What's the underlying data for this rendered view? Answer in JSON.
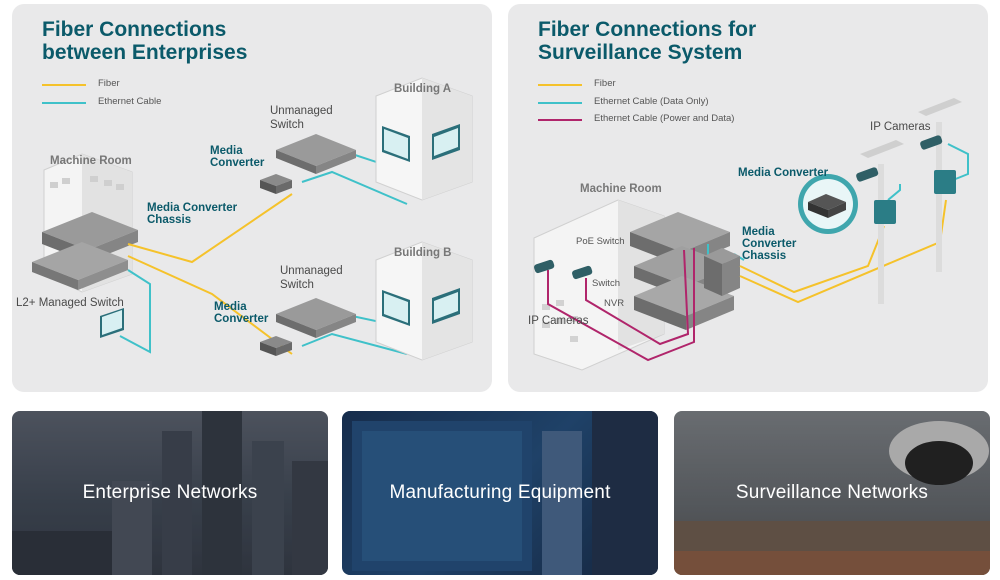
{
  "left_panel": {
    "title_line1": "Fiber Connections",
    "title_line2": "between Enterprises",
    "legend": [
      {
        "label": "Fiber",
        "color": "#f5c22b"
      },
      {
        "label": "Ethernet Cable",
        "color": "#3fc1c9"
      }
    ],
    "labels": {
      "machine_room": "Machine Room",
      "chassis_line1": "Media Converter",
      "chassis_line2": "Chassis",
      "l2_switch": "L2+ Managed Switch",
      "unmanaged_a_line1": "Unmanaged",
      "unmanaged_a_line2": "Switch",
      "media_a_line1": "Media",
      "media_a_line2": "Converter",
      "building_a": "Building A",
      "unmanaged_b_line1": "Unmanaged",
      "unmanaged_b_line2": "Switch",
      "media_b_line1": "Media",
      "media_b_line2": "Converter",
      "building_b": "Building B"
    }
  },
  "right_panel": {
    "title_line1": "Fiber Connections for",
    "title_line2": "Surveillance System",
    "legend": [
      {
        "label": "Fiber",
        "color": "#f5c22b"
      },
      {
        "label": "Ethernet Cable (Data Only)",
        "color": "#3fc1c9"
      },
      {
        "label": "Ethernet Cable (Power and Data)",
        "color": "#b0256b"
      }
    ],
    "labels": {
      "machine_room": "Machine Room",
      "poe_switch": "PoE Switch",
      "switch": "Switch",
      "nvr": "NVR",
      "ip_cameras_left": "IP Cameras",
      "chassis_line1": "Media",
      "chassis_line2": "Converter",
      "chassis_line3": "Chassis",
      "media_converter": "Media Converter",
      "ip_cameras_right": "IP Cameras"
    }
  },
  "tiles": [
    {
      "label": "Enterprise Networks"
    },
    {
      "label": "Manufacturing Equipment"
    },
    {
      "label": "Surveillance Networks"
    }
  ]
}
